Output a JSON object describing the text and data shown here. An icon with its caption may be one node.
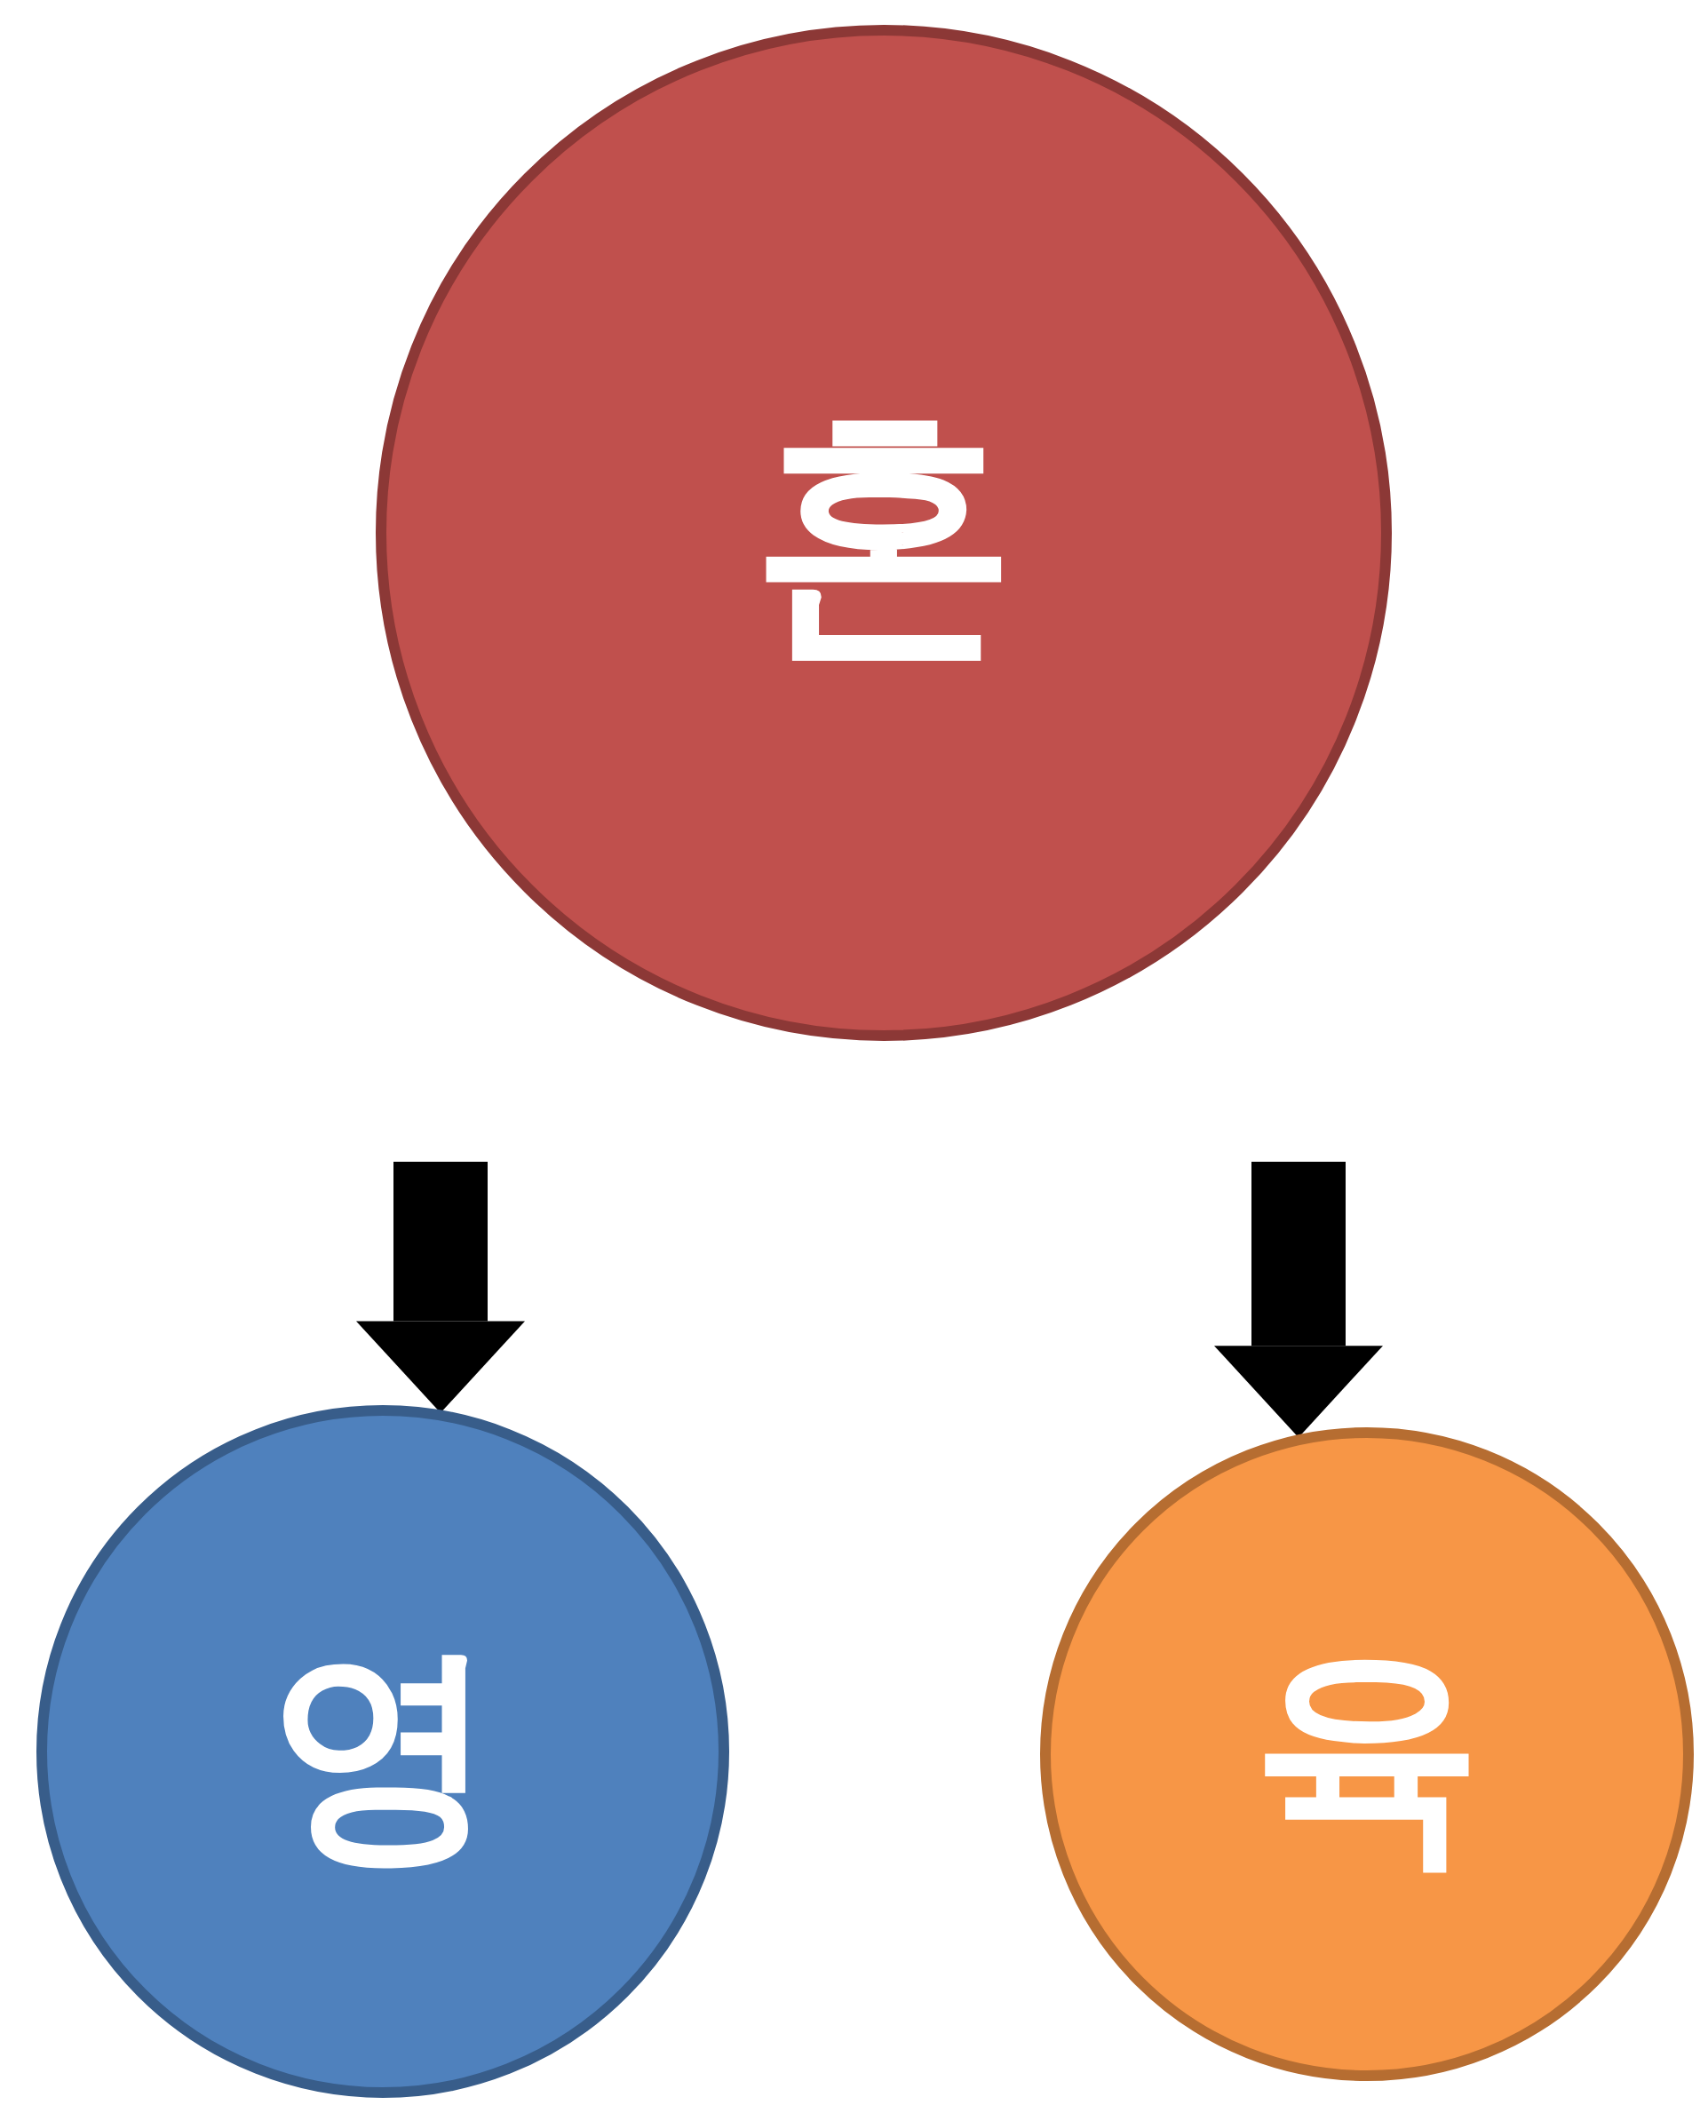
{
  "diagram": {
    "nodes": [
      {
        "text": [
          "혼"
        ]
      },
      {
        "text": [
          "영"
        ]
      },
      {
        "text": [
          "육"
        ]
      }
    ],
    "edges": [
      {
        "from": 0,
        "to": 1,
        "arrow": "to"
      },
      {
        "from": 0,
        "to": 2,
        "arrow": "to"
      }
    ]
  }
}
